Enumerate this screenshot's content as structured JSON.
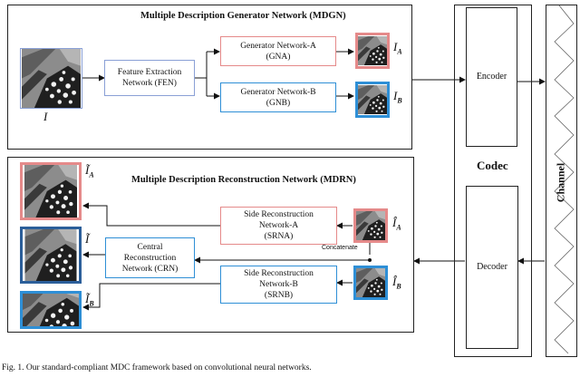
{
  "mdgn": {
    "title": "Multiple Description Generator Network (MDGN)",
    "fen": [
      "Feature Extraction",
      "Network (FEN)"
    ],
    "gna": [
      "Generator Network-A",
      "(GNA)"
    ],
    "gnb": [
      "Generator Network-B",
      "(GNB)"
    ],
    "input_label": "I",
    "out_a_label": "I",
    "out_a_sub": "A",
    "out_b_label": "I",
    "out_b_sub": "B"
  },
  "mdrn": {
    "title": "Multiple Description Reconstruction Network (MDRN)",
    "srna": [
      "Side Reconstruction",
      "Network-A",
      "(SRNA)"
    ],
    "crn": [
      "Central",
      "Reconstruction",
      "Network (CRN)"
    ],
    "srnb": [
      "Side Reconstruction",
      "Network-B",
      "(SRNB)"
    ],
    "concatenate": "Concatenate",
    "in_a_label": "Î",
    "in_a_sub": "A",
    "in_b_label": "Î",
    "in_b_sub": "B",
    "out_a_label": "Ĩ",
    "out_a_sub": "A",
    "out_c_label": "Ĩ",
    "out_b_label": "Ĩ",
    "out_b_sub": "B"
  },
  "codec": {
    "title": "Codec",
    "encoder": "Encoder",
    "decoder": "Decoder"
  },
  "channel": {
    "title": "Channel"
  },
  "caption": "Fig. 1.   Our standard-compliant MDC framework based on convolutional neural networks.",
  "colors": {
    "blue": "#2e8fd6",
    "red": "#e58a8a",
    "navy": "#2c5f9a",
    "input": "#8aa0d6"
  }
}
